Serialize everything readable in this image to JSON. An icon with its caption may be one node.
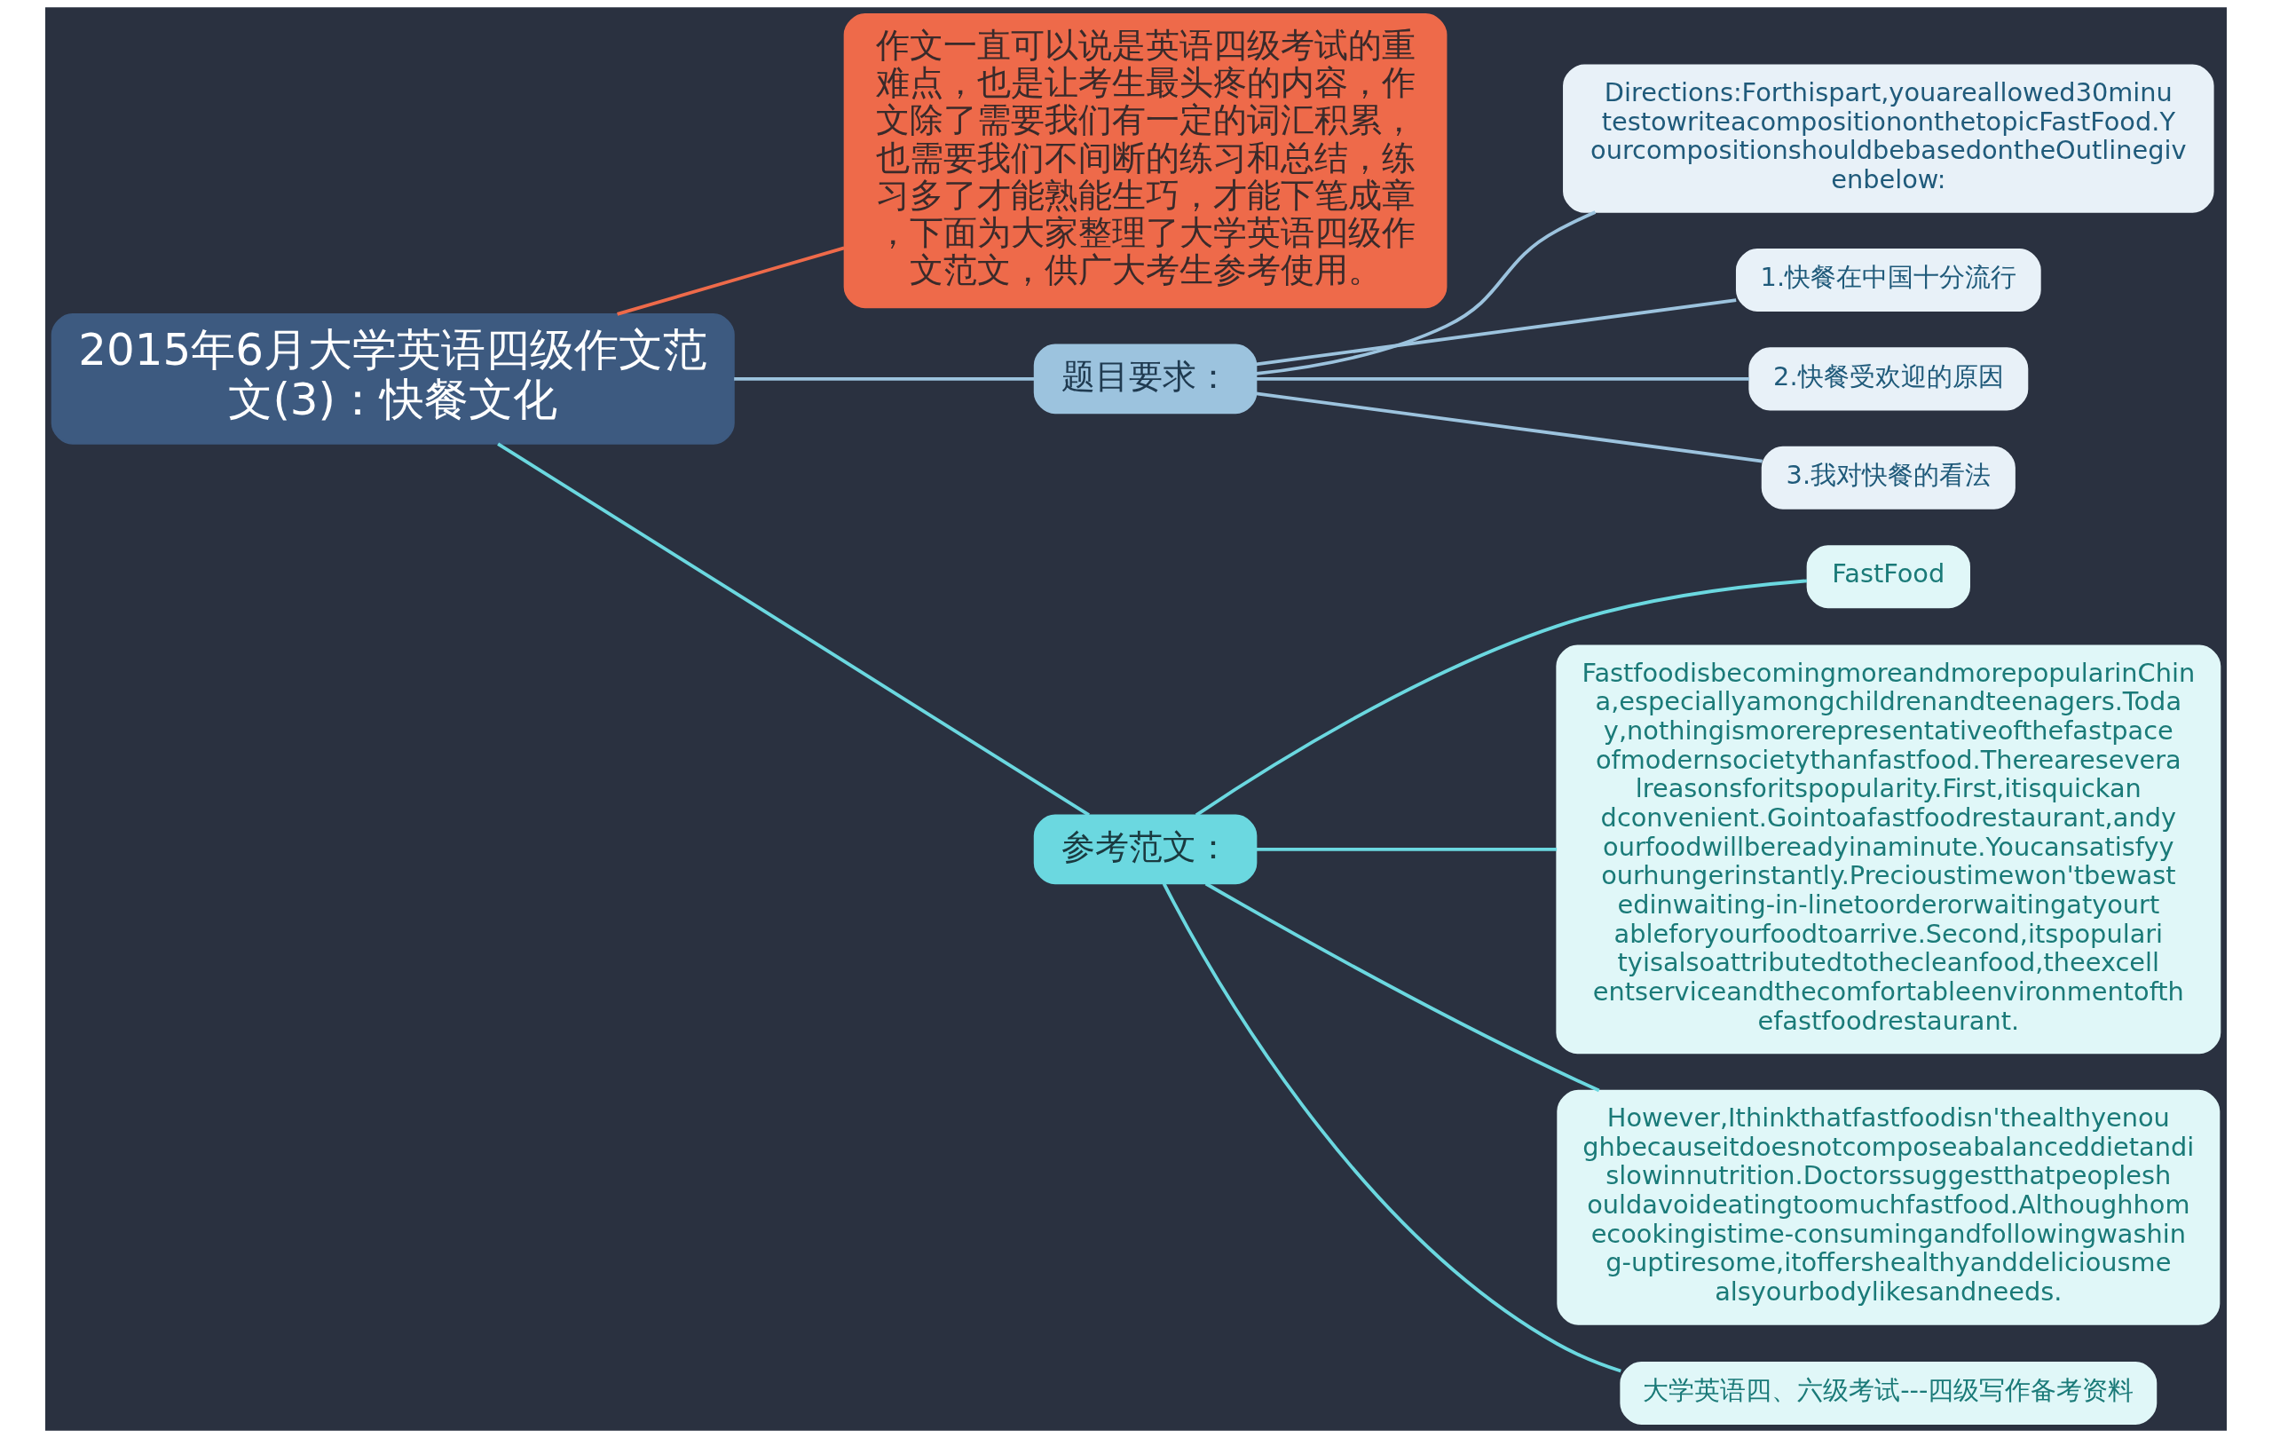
{
  "diagram": {
    "nodes": [
      {
        "text": [
          "2015年6月大学英语四级作文范文(3)：快餐文化"
        ]
      },
      {
        "text": [
          "作文一直可以说是英语四级考试的重难点，也是让考生最头疼的内容，作文除了需要我们有一定的词汇积累，也需要我们不间断的练习和总结，练习多了才能熟能生巧，才能下笔成章，下面为大家整理了大学英语四级作文范文，供广大考生参考使用。"
        ]
      },
      {
        "text": [
          "题目要求："
        ]
      },
      {
        "text": [
          "Directions:Forthispart,youareallowed30minutestowriteacompositiononthetopicFastFood.YourcompositionshouldbebasedontheOutlinegivenbelow:"
        ]
      },
      {
        "text": [
          "1.快餐在中国十分流行"
        ]
      },
      {
        "text": [
          "2.快餐受欢迎的原因"
        ]
      },
      {
        "text": [
          "3.我对快餐的看法"
        ]
      },
      {
        "text": [
          "参考范文："
        ]
      },
      {
        "text": [
          "FastFood"
        ]
      },
      {
        "text": [
          "FastfoodisbecomingmoreandmorepopularinChina,especiallyamongchildrenandteenagers.Today,nothingismorerepresentativeofthefastpaceofmodernsocietythanfastfood.Thereareseveralreasonsforitspopularity.First,itisquickandconvenient.Gointoafastfoodrestaurant,andyourfoodwillbereadyinaminute.Youcansatisfyyourhungerinstantly.Precioustimewon'tbewastedinwaiting-in-linetoorderorwaitingatyourtableforyourfoodtoarrive.Second,itspopularityisalsoattributedtothecleanfood,theexcellentserviceandthecomfortableenvironmentofthefastfoodrestaurant."
        ]
      },
      {
        "text": [
          "However,Ithinkthatfastfoodisn'thealthyenoughbecauseitdoesnotcomposeabalanceddietandislowinnutrition.Doctorssuggestthatpeopleshouldavoideatingtoomuchfastfood.Althoughhomecookingistime-consumingandfollowingwashing-uptiresome,itoffershealthyanddeliciousmealsyourbodylikesandneeds."
        ]
      },
      {
        "text": [
          "大学英语四、六级考试---四级写作备考资料"
        ]
      }
    ],
    "edges": [
      {
        "from": 0,
        "to": 1,
        "arrow": "none",
        "color": "#ee6a4a"
      },
      {
        "from": 0,
        "to": 2,
        "arrow": "none",
        "color": "#9cc3de"
      },
      {
        "from": 2,
        "to": 3,
        "arrow": "none",
        "color": "#9cc3de"
      },
      {
        "from": 2,
        "to": 4,
        "arrow": "none",
        "color": "#9cc3de"
      },
      {
        "from": 2,
        "to": 5,
        "arrow": "none",
        "color": "#9cc3de"
      },
      {
        "from": 2,
        "to": 6,
        "arrow": "none",
        "color": "#9cc3de"
      },
      {
        "from": 0,
        "to": 7,
        "arrow": "none"
      },
      {
        "from": 7,
        "to": 8,
        "arrow": "none"
      },
      {
        "from": 7,
        "to": 9,
        "arrow": "none"
      },
      {
        "from": 7,
        "to": 10,
        "arrow": "none"
      },
      {
        "from": 7,
        "to": 11,
        "arrow": "none"
      }
    ]
  }
}
